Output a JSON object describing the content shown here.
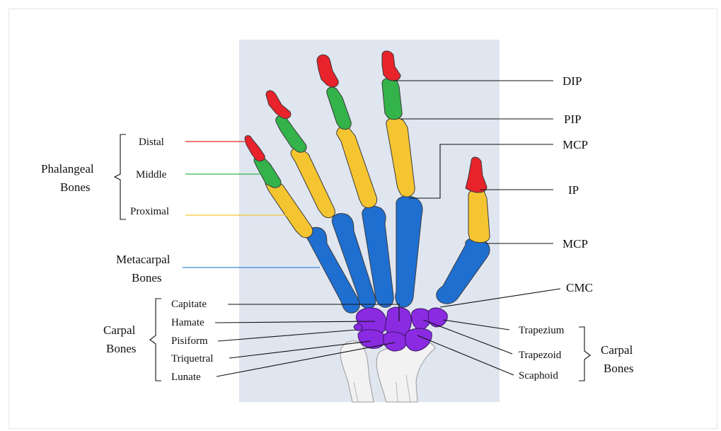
{
  "colors": {
    "background_panel": "#dfe6f0",
    "distal": "#e8232b",
    "middle": "#33b34a",
    "proximal": "#f5c531",
    "metacarpal": "#1f6fd1",
    "carpal": "#8a2be2",
    "sketch": "#bdbdbd"
  },
  "left_labels": {
    "phalangeal_line1": "Phalangeal",
    "phalangeal_line2": "Bones",
    "distal": "Distal",
    "middle": "Middle",
    "proximal": "Proximal",
    "metacarpal_line1": "Metacarpal",
    "metacarpal_line2": "Bones",
    "carpal_line1": "Carpal",
    "carpal_line2": "Bones",
    "capitate": "Capitate",
    "hamate": "Hamate",
    "pisiform": "Pisiform",
    "triquetral": "Triquetral",
    "lunate": "Lunate"
  },
  "right_labels": {
    "dip": "DIP",
    "pip": "PIP",
    "mcp_fingers": "MCP",
    "ip": "IP",
    "mcp_thumb": "MCP",
    "cmc": "CMC",
    "trapezium": "Trapezium",
    "trapezoid": "Trapezoid",
    "scaphoid": "Scaphoid",
    "carpal_line1": "Carpal",
    "carpal_line2": "Bones"
  }
}
